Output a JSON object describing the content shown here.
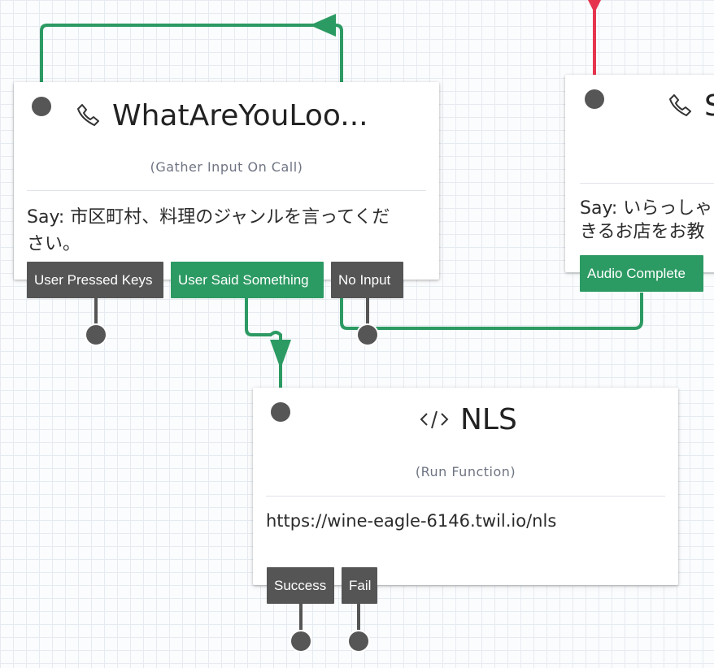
{
  "colors": {
    "connected": "#2c9a63",
    "unconnected": "#555555",
    "incoming": "#e6344f"
  },
  "widgets": {
    "gather": {
      "icon": "phone-icon",
      "title": "WhatAreYouLoo...",
      "type": "(Gather Input On Call)",
      "body": "Say: 市区町村、料理のジャンルを言ってください。",
      "transitions": [
        "User Pressed Keys",
        "User Said Something",
        "No Input"
      ]
    },
    "say": {
      "icon": "phone-icon",
      "title": "S",
      "body": "Say: いらっしゃ\nきるお店をお教",
      "transitions": [
        "Audio Complete"
      ]
    },
    "nls": {
      "icon": "code-icon",
      "title": "NLS",
      "type": "(Run Function)",
      "body": "https://wine-eagle-6146.twil.io/nls",
      "transitions": [
        "Success",
        "Fail"
      ]
    }
  }
}
